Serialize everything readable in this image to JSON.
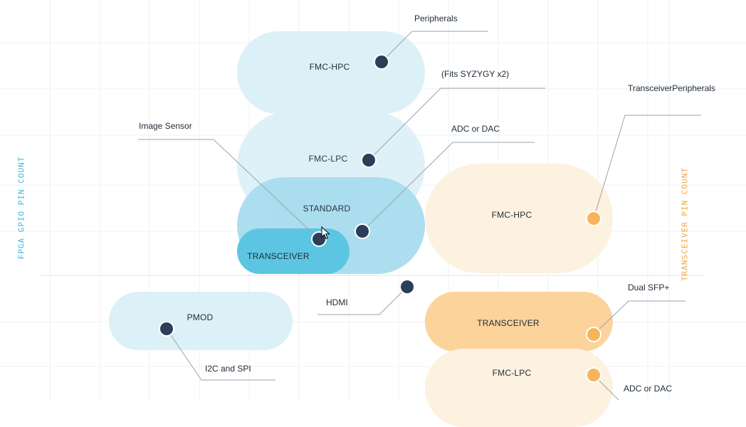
{
  "axes": {
    "left": "FPGA GPIO PIN COUNT",
    "right": "TRANSCEIVER PIN COUNT"
  },
  "blue_groups": {
    "fmc_hpc": "FMC-HPC",
    "fmc_lpc": "FMC-LPC",
    "standard": "STANDARD",
    "transceiver": "TRANSCEIVER",
    "pmod": "PMOD"
  },
  "orange_groups": {
    "fmc_hpc": "FMC-HPC",
    "transceiver": "TRANSCEIVER",
    "fmc_lpc": "FMC-LPC"
  },
  "callouts": {
    "peripherals": "Peripherals",
    "fits_syzygy": "(Fits SYZYGY x2)",
    "image_sensor": "Image Sensor",
    "adc_dac_blue": "ADC or DAC",
    "transceiver_peripherals": "TransceiverPeripherals",
    "hdmi": "HDMI",
    "i2c_spi": "I2C and SPI",
    "dual_sfp": "Dual SFP+",
    "adc_dac_orange": "ADC or DAC"
  },
  "colors": {
    "blue_light": "#dcf0f8",
    "blue_mid": "#a8dcee",
    "blue_strong": "#5cc6e2",
    "orange_light": "#fdf1e0",
    "orange_strong": "#fcd39b",
    "dot_dark": "#2c3e58",
    "dot_orange": "#f7b45a"
  }
}
